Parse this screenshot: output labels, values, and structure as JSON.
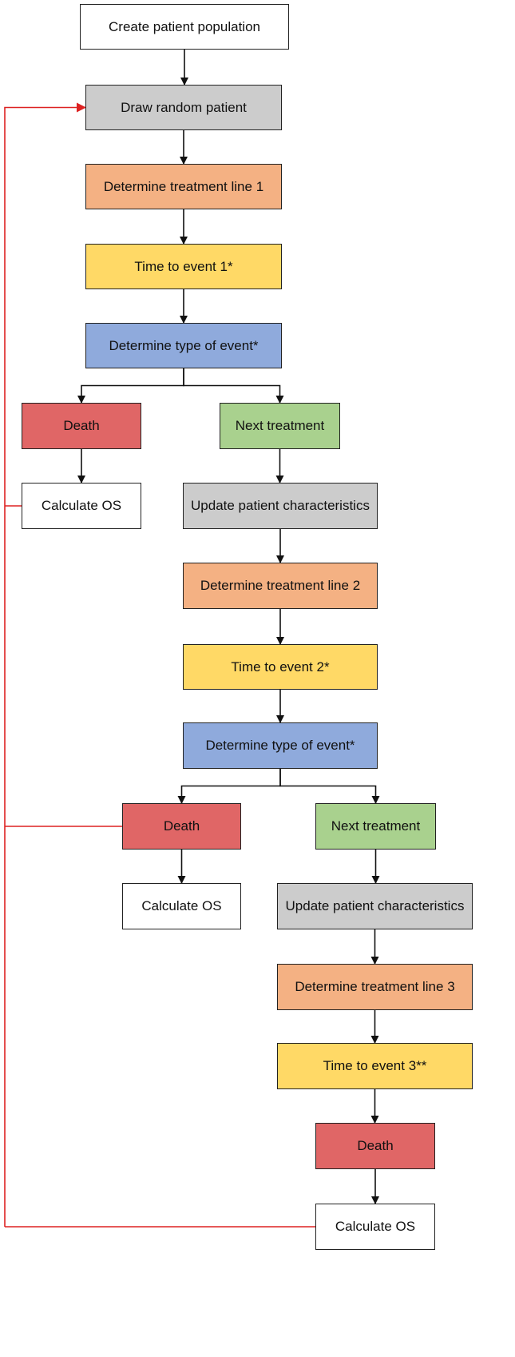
{
  "colors": {
    "white": "#ffffff",
    "gray": "#cccccc",
    "orange": "#f4b183",
    "yellow": "#ffd966",
    "blue": "#8faadc",
    "red": "#e06666",
    "green": "#a9d18e",
    "arrow": "#111111",
    "loop": "#dd2222"
  },
  "nodes": {
    "create_population": {
      "label": "Create patient population",
      "color": "white"
    },
    "draw_patient": {
      "label": "Draw random patient",
      "color": "gray"
    },
    "treatment_line_1": {
      "label": "Determine treatment line 1",
      "color": "orange"
    },
    "time_event_1": {
      "label": "Time to event 1*",
      "color": "yellow"
    },
    "event_type_1": {
      "label": "Determine type of event*",
      "color": "blue"
    },
    "death_1": {
      "label": "Death",
      "color": "red"
    },
    "next_treatment_1": {
      "label": "Next treatment",
      "color": "green"
    },
    "calc_os_1": {
      "label": "Calculate OS",
      "color": "white"
    },
    "update_chars_1": {
      "label": "Update patient characteristics",
      "color": "gray"
    },
    "treatment_line_2": {
      "label": "Determine treatment line 2",
      "color": "orange"
    },
    "time_event_2": {
      "label": "Time to event 2*",
      "color": "yellow"
    },
    "event_type_2": {
      "label": "Determine type of event*",
      "color": "blue"
    },
    "death_2": {
      "label": "Death",
      "color": "red"
    },
    "next_treatment_2": {
      "label": "Next treatment",
      "color": "green"
    },
    "calc_os_2": {
      "label": "Calculate OS",
      "color": "white"
    },
    "update_chars_2": {
      "label": "Update patient characteristics",
      "color": "gray"
    },
    "treatment_line_3": {
      "label": "Determine treatment line 3",
      "color": "orange"
    },
    "time_event_3": {
      "label": "Time to event 3**",
      "color": "yellow"
    },
    "death_3": {
      "label": "Death",
      "color": "red"
    },
    "calc_os_3": {
      "label": "Calculate OS",
      "color": "white"
    }
  },
  "edges": [
    [
      "create_population",
      "draw_patient"
    ],
    [
      "draw_patient",
      "treatment_line_1"
    ],
    [
      "treatment_line_1",
      "time_event_1"
    ],
    [
      "time_event_1",
      "event_type_1"
    ],
    [
      "event_type_1",
      "death_1"
    ],
    [
      "event_type_1",
      "next_treatment_1"
    ],
    [
      "death_1",
      "calc_os_1"
    ],
    [
      "next_treatment_1",
      "update_chars_1"
    ],
    [
      "update_chars_1",
      "treatment_line_2"
    ],
    [
      "treatment_line_2",
      "time_event_2"
    ],
    [
      "time_event_2",
      "event_type_2"
    ],
    [
      "event_type_2",
      "death_2"
    ],
    [
      "event_type_2",
      "next_treatment_2"
    ],
    [
      "death_2",
      "calc_os_2"
    ],
    [
      "next_treatment_2",
      "update_chars_2"
    ],
    [
      "update_chars_2",
      "treatment_line_3"
    ],
    [
      "treatment_line_3",
      "time_event_3"
    ],
    [
      "time_event_3",
      "death_3"
    ],
    [
      "death_3",
      "calc_os_3"
    ]
  ],
  "loop_edges": [
    [
      "calc_os_1",
      "draw_patient"
    ],
    [
      "death_2",
      "draw_patient"
    ],
    [
      "calc_os_3",
      "draw_patient"
    ]
  ]
}
